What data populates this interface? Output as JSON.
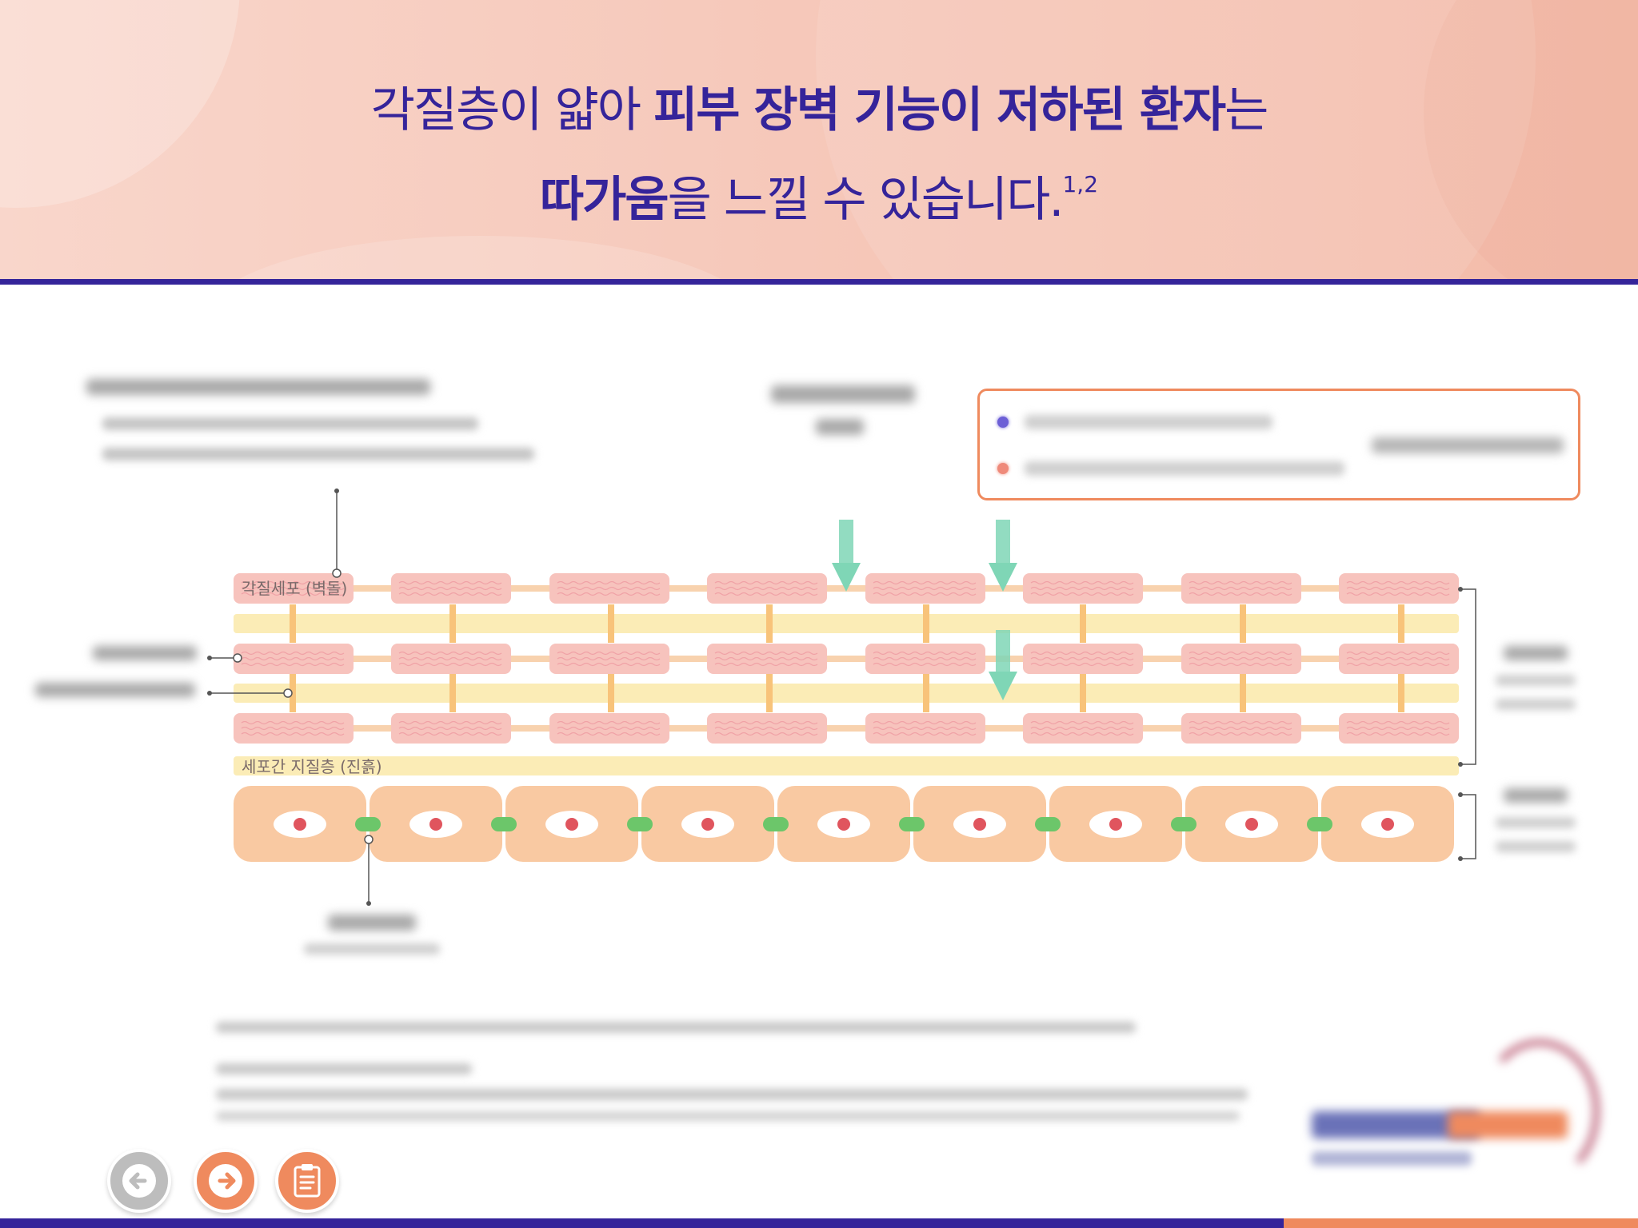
{
  "header": {
    "line1": [
      {
        "text": "각질층이 얇아 ",
        "bold": false
      },
      {
        "text": "피부 장벽 기능이 저하된 환자",
        "bold": true
      },
      {
        "text": "는",
        "bold": false
      }
    ],
    "line2": [
      {
        "text": "따가움",
        "bold": true
      },
      {
        "text": "을 느낄 수 있습니다.",
        "bold": false
      }
    ],
    "footnote": "1,2"
  },
  "diagram": {
    "label_corneocyte": "각질세포 (벽돌)",
    "label_intercellular": "세포간 지질층 (진흙)"
  },
  "colors": {
    "primary": "#35249a",
    "accent": "#ef8a5e",
    "corneocyte": "#f7c3bd",
    "lipid": "#fbecb6",
    "connector": "#f8c37a",
    "arrow": "#7fd6b6",
    "living_cell": "#f9c9a2",
    "junction": "#6cc66a",
    "nucleus": "#e0555e"
  },
  "nav": {
    "prev_icon": "arrow-left-icon",
    "next_icon": "arrow-right-icon",
    "reference_icon": "clipboard-icon"
  }
}
